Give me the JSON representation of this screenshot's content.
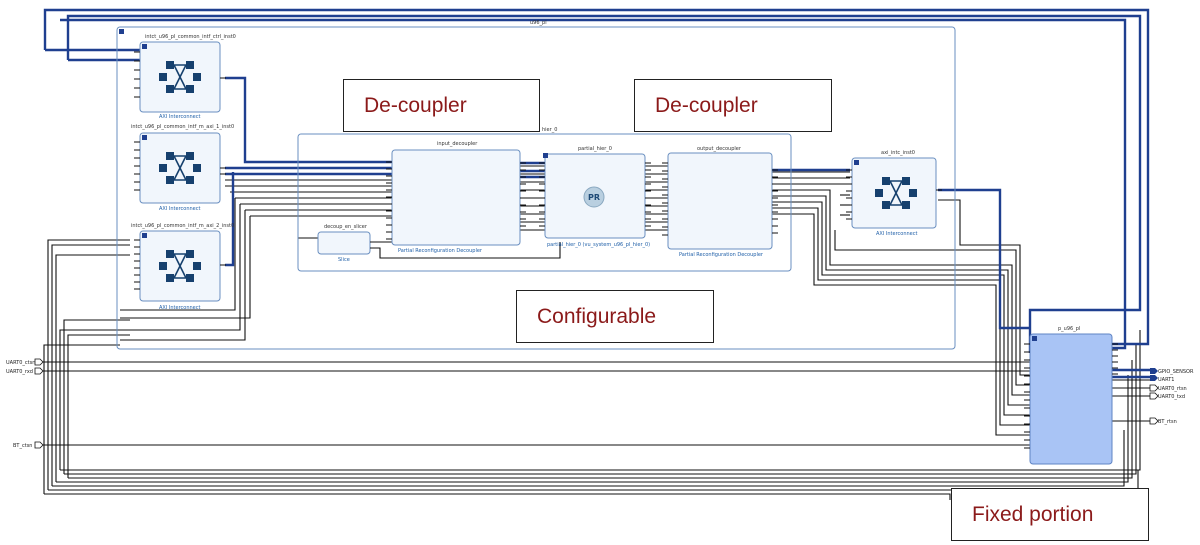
{
  "diagram": {
    "container_title": "u96_pl",
    "blocks": {
      "intc0": {
        "title": "intct_u96_pl_common_intf_ctrl_inst0",
        "subtitle": "AXI Interconnect"
      },
      "intc1": {
        "title": "intct_u96_pl_common_intf_m_axi_1_inst0",
        "subtitle": "AXI Interconnect"
      },
      "intc2": {
        "title": "intct_u96_pl_common_intf_m_axi_2_inst0",
        "subtitle": "AXI Interconnect"
      },
      "hier_label": "hier_0",
      "input_decoupler": {
        "title": "input_decoupler",
        "subtitle": "Partial Reconfiguration Decoupler"
      },
      "partial_hier": {
        "title": "partial_hier_0",
        "badge": "PR",
        "subtitle": "partial_hier_0 (vu_system_u96_pl_hier_0)"
      },
      "output_decoupler": {
        "title": "output_decoupler",
        "subtitle": "Partial Reconfiguration Decoupler"
      },
      "decoup_slicer": {
        "title": "decoup_en_slicer",
        "subtitle": "Slice"
      },
      "axi_intc": {
        "title": "axi_intc_inst0",
        "subtitle": "AXI Interconnect"
      },
      "p_u96": {
        "title": "p_u96_pl"
      }
    },
    "left_ports": [
      "UART0_ctsn",
      "UART0_rxd",
      "BT_ctsn"
    ],
    "right_ports": [
      "GPIO_SENSOR",
      "UART1",
      "UART0_rtsn",
      "UART0_txd",
      "BT_rtsn"
    ]
  },
  "annotations": {
    "decoupler_left": "De-coupler",
    "decoupler_right": "De-coupler",
    "configurable": "Configurable",
    "fixed": "Fixed portion"
  },
  "colors": {
    "wire": "#111111",
    "bus": "#1f3f8f",
    "block_border": "#6a8fc0",
    "block_fill": "#f1f6fc",
    "fixed_fill": "#a9c4f5",
    "annotation_text": "#8b1a1a"
  }
}
